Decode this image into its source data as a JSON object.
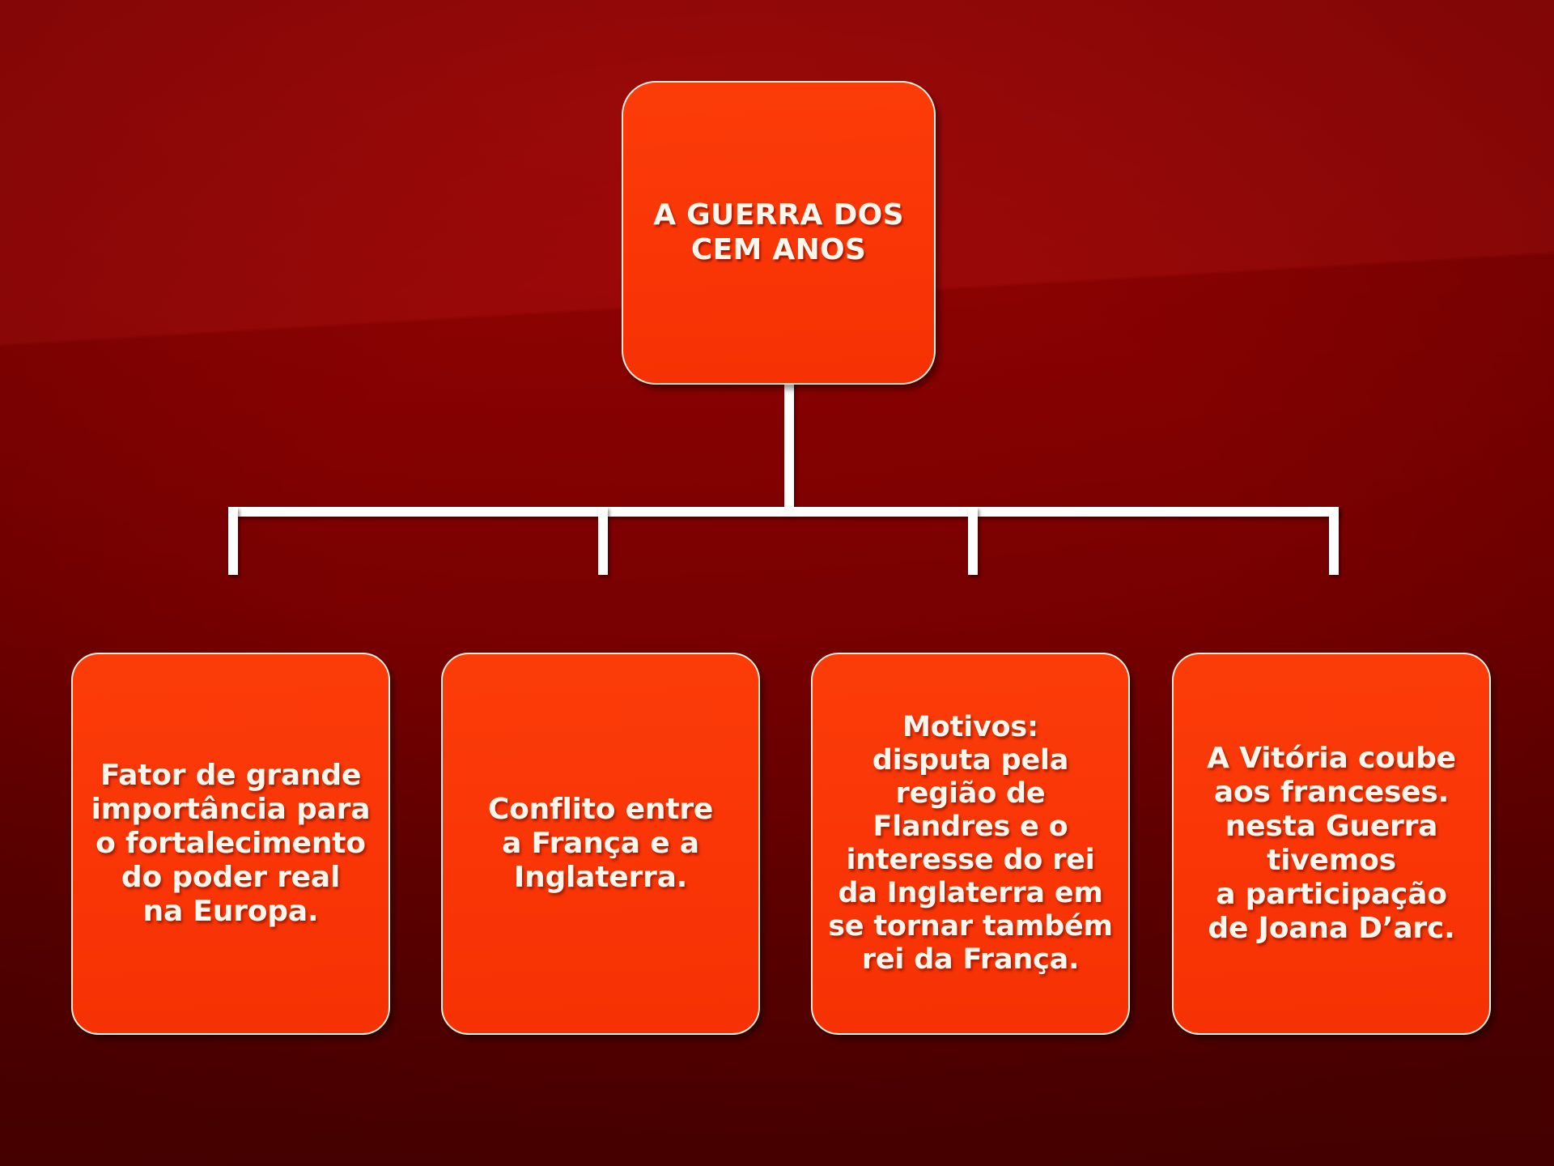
{
  "slide": {
    "kind": "organizational-chart",
    "colors": {
      "background_top": "#8d0202",
      "background_bottom": "#6e0000",
      "node_fill": "#fa3607",
      "node_border": "#f7efdf",
      "connector": "#ffffff",
      "text": "#fdf6ec"
    }
  },
  "chart_data": {
    "type": "diagram",
    "title": "A GUERRA DOS CEM ANOS",
    "root": {
      "id": "root",
      "label": "A GUERRA DOS\nCEM ANOS"
    },
    "children": [
      {
        "id": "child-1",
        "label": "Fator de grande\nimportância para\no fortalecimento\ndo poder real\nna Europa."
      },
      {
        "id": "child-2",
        "label": "Conflito entre\na França e a\nInglaterra."
      },
      {
        "id": "child-3",
        "label": "Motivos:\ndisputa pela\nregião de\nFlandres e o\ninteresse do rei\nda Inglaterra em\nse tornar também\nrei da França."
      },
      {
        "id": "child-4",
        "label": "A Vitória coube\naos franceses.\nnesta Guerra\ntivemos\na participação\nde Joana D’arc."
      }
    ]
  }
}
